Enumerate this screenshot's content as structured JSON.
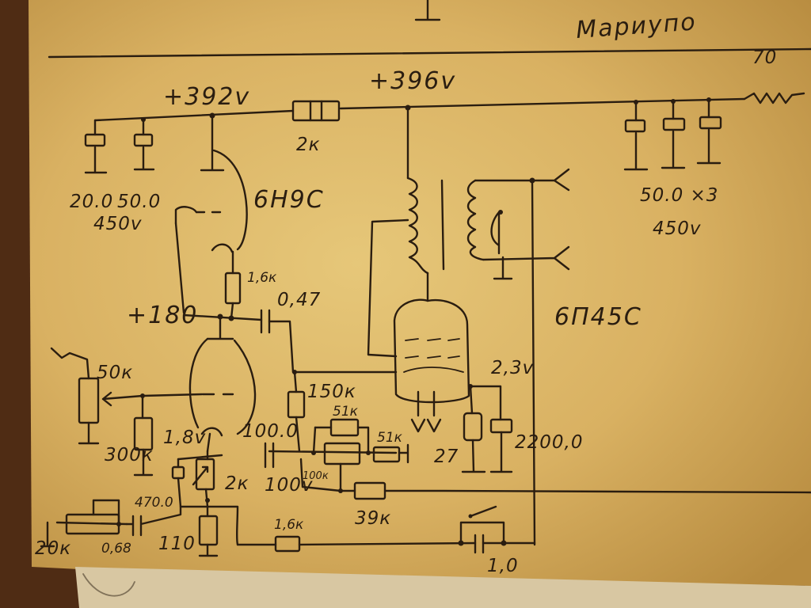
{
  "schematic": {
    "header_handwriting": "Мариупо",
    "header_right_fragment": "70",
    "voltages": {
      "b_plus_left": "+392v",
      "b_plus_right": "+396v",
      "grid_node": "+180",
      "heater": "2,3v",
      "cathode_bias": "1,8v"
    },
    "tubes": {
      "driver": "6Н9С",
      "output": "6П45С"
    },
    "filter_caps": {
      "cap_a": "20.0",
      "cap_b": "50.0",
      "voltage": "450v",
      "bank": "50.0 ×3",
      "bank_voltage": "450v"
    },
    "components": {
      "series_resistor": "2к",
      "anode_resistor": "1,6к",
      "coupling_cap": "0,47",
      "volume_pot": "50к",
      "grid_resistor": "300к",
      "output_grid_resistor": "150к",
      "cathode_cap": "100.0",
      "fb_resistor_a": "51к",
      "fb_resistor_b": "51к",
      "fb_pot": "100к",
      "cathode_pot": "2к",
      "cathode_cap_voltage": "100v",
      "cathode_cap_small": "470.0",
      "resistor_110": "110",
      "resistor_1k6_bottom": "1,6к",
      "resistor_39k": "39к",
      "resistor_27": "27",
      "cap_2200": "2200,0",
      "input_pot": "20к",
      "input_cap": "0,68",
      "switch_cap": "1,0"
    }
  }
}
